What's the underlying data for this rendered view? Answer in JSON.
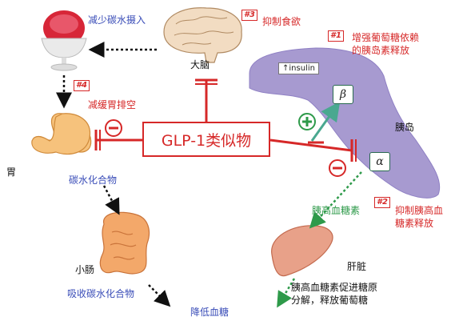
{
  "center": {
    "label": "GLP-1类似物"
  },
  "brain": {
    "label": "大脑",
    "effect": "抑制食欲",
    "tag": "#3",
    "side_effect": "减少碳水摄入"
  },
  "stomach": {
    "label": "胃",
    "effect": "减缓胃排空",
    "tag": "#4",
    "content": "碳水化合物"
  },
  "intestine": {
    "label": "小肠",
    "effect": "吸收碳水化合物"
  },
  "outcome": "降低血糖",
  "pancreas": {
    "label": "胰岛",
    "insulin_label": "↑insulin",
    "beta": "β",
    "alpha": "α",
    "tag1": "#1",
    "effect1_line1": "增强葡萄糖依赖",
    "effect1_line2": "的胰岛素释放",
    "tag2": "#2",
    "effect2_line1": "抑制胰高血",
    "effect2_line2": "糖素释放"
  },
  "liver": {
    "label": "肝脏",
    "glucagon": "胰高血糖素",
    "effect_line1": "胰高血糖素促进糖原",
    "effect_line2": "分解，释放葡萄糖"
  },
  "signs": {
    "plus": "+",
    "minus": "−"
  },
  "colors": {
    "red": "#d62828",
    "blue": "#3a4db8",
    "green": "#2e9a4a",
    "pancreas": "#a79ad0"
  }
}
